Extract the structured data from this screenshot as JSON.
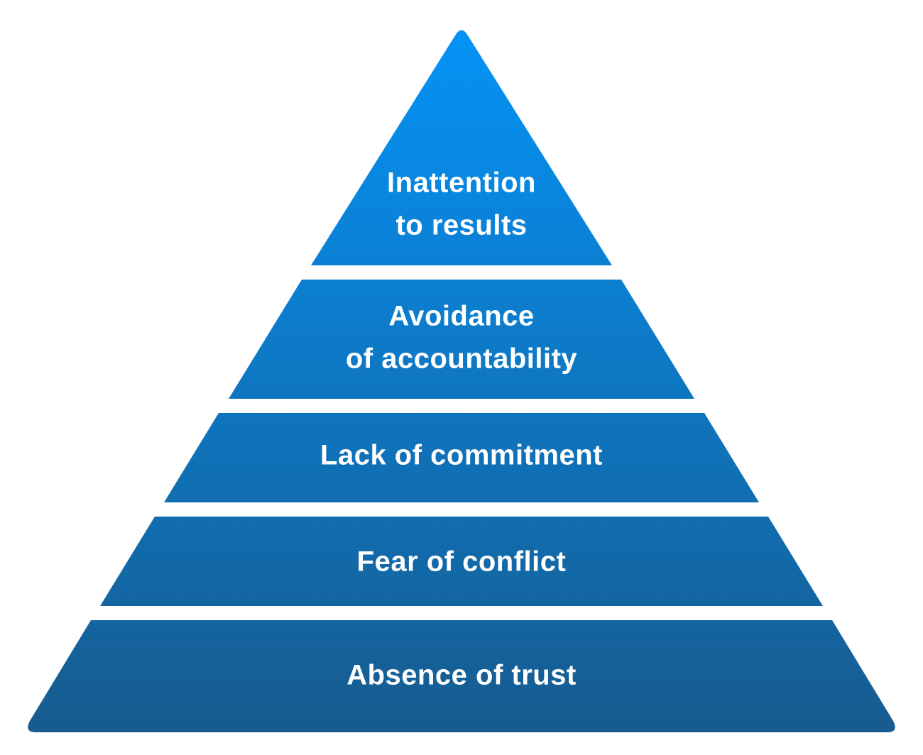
{
  "pyramid": {
    "colors": {
      "top": "#0593f6",
      "bottom": "#175b8f",
      "text": "#ffffff",
      "background": "#ffffff"
    },
    "tiers": [
      {
        "lines": [
          "Inattention",
          "to results"
        ]
      },
      {
        "lines": [
          "Avoidance",
          "of accountability"
        ]
      },
      {
        "lines": [
          "Lack of commitment"
        ]
      },
      {
        "lines": [
          "Fear of conflict"
        ]
      },
      {
        "lines": [
          "Absence of trust"
        ]
      }
    ]
  }
}
